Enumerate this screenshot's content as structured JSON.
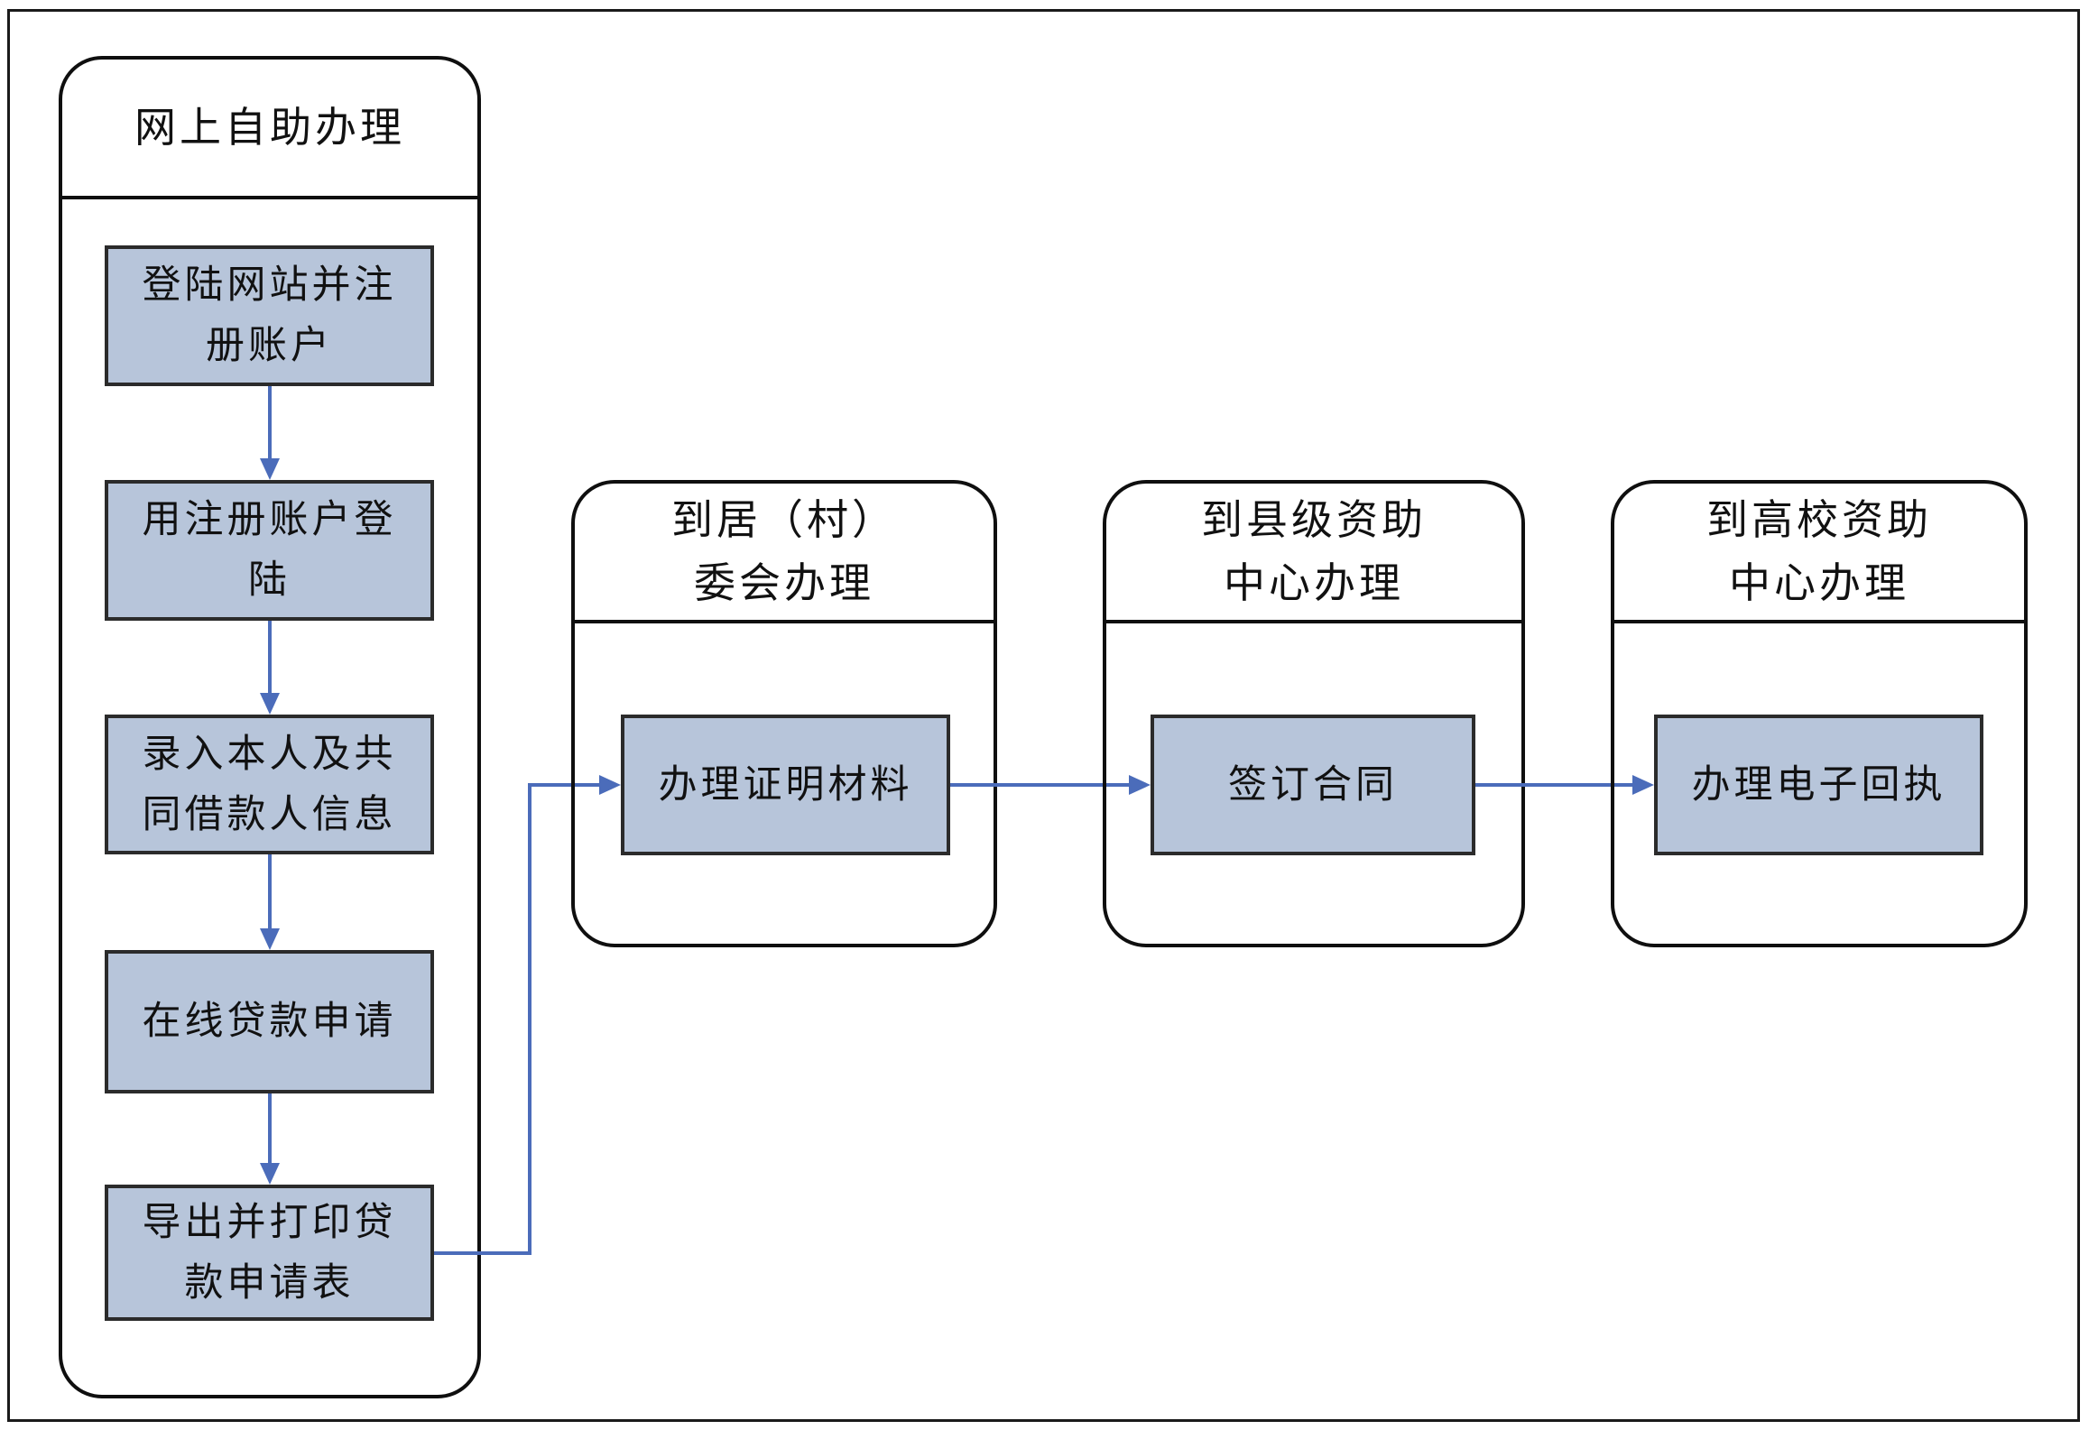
{
  "colors": {
    "background": "#ffffff",
    "frame_border": "#1a1a1a",
    "group_border": "#0f0f0f",
    "node_fill": "#b7c5da",
    "node_border": "#2b2b2b",
    "arrow": "#4b6cba",
    "text": "#111111"
  },
  "groups": [
    {
      "title": "网上自助办理",
      "steps": [
        "登陆网站并注\n册账户",
        "用注册账户登\n陆",
        "录入本人及共\n同借款人信息",
        "在线贷款申请",
        "导出并打印贷\n款申请表"
      ]
    },
    {
      "title": "到居（村）\n委会办理",
      "steps": [
        "办理证明材料"
      ]
    },
    {
      "title": "到县级资助\n中心办理",
      "steps": [
        "签订合同"
      ]
    },
    {
      "title": "到高校资助\n中心办理",
      "steps": [
        "办理电子回执"
      ]
    }
  ]
}
